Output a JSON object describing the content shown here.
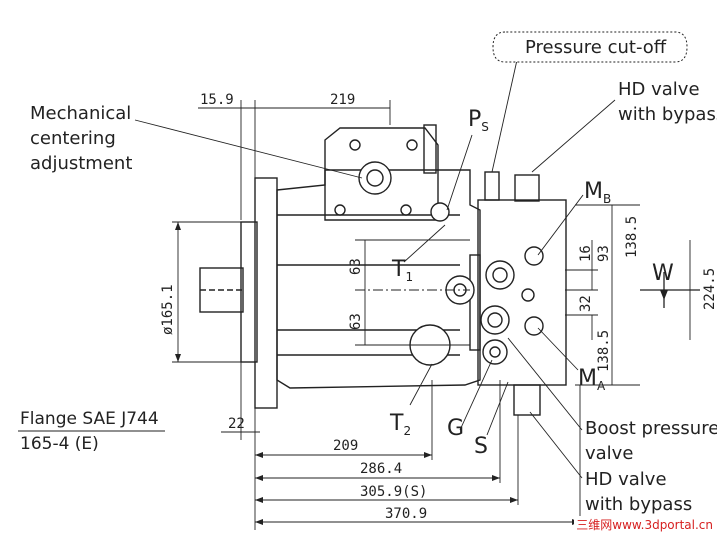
{
  "callouts": {
    "mechanical_centering": [
      "Mechanical",
      "centering",
      "adjustment"
    ],
    "pressure_cutoff": "Pressure cut-off",
    "hd_valve_top": [
      "HD valve",
      "with bypass"
    ],
    "boost_pressure_valve": [
      "Boost pressure",
      "valve"
    ],
    "hd_valve_bottom": [
      "HD valve",
      "with bypass"
    ],
    "flange": [
      "Flange SAE J744",
      "165-4 (E)"
    ]
  },
  "ports": {
    "ps": "P",
    "ps_sub": "S",
    "t1": "T",
    "t1_sub": "1",
    "t2": "T",
    "t2_sub": "2",
    "mb": "M",
    "mb_sub": "B",
    "ma": "M",
    "ma_sub": "A",
    "g": "G",
    "s": "S",
    "w": "W"
  },
  "dimensions": {
    "d15_9": "15.9",
    "d219": "219",
    "d165_1": "ø165.1",
    "d63_top": "63",
    "d63_bottom": "63",
    "d16": "16",
    "d93": "93",
    "d32": "32",
    "d138_5_top": "138.5",
    "d138_5_bottom": "138.5",
    "d224_5": "224.5",
    "d22": "22",
    "d209": "209",
    "d286_4": "286.4",
    "d305_9": "305.9(S)",
    "d370_9": "370.9"
  },
  "watermark": "三维网www.3dportal.cn"
}
